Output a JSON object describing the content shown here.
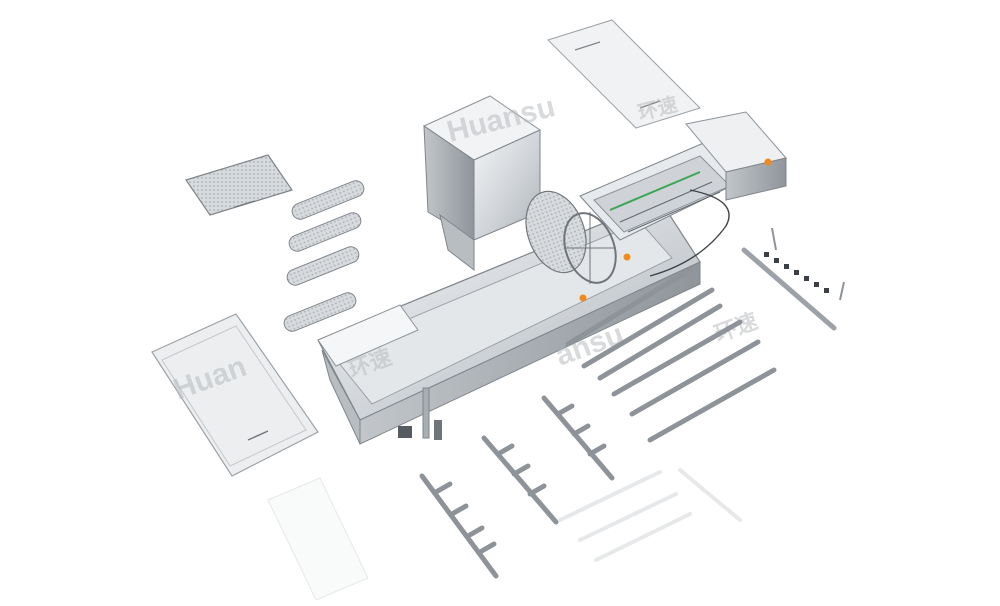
{
  "watermark": {
    "brand": "Huansu",
    "brand_cn": "环速",
    "brand_partial": "Huan",
    "brand_partial_2": "ansu"
  },
  "colors": {
    "steel_light": "#eceef0",
    "steel_mid": "#c9cdd1",
    "steel_dark": "#8d9399",
    "outline": "#6f757b",
    "accent_orange": "#f08a1c",
    "accent_green": "#3aa655"
  }
}
